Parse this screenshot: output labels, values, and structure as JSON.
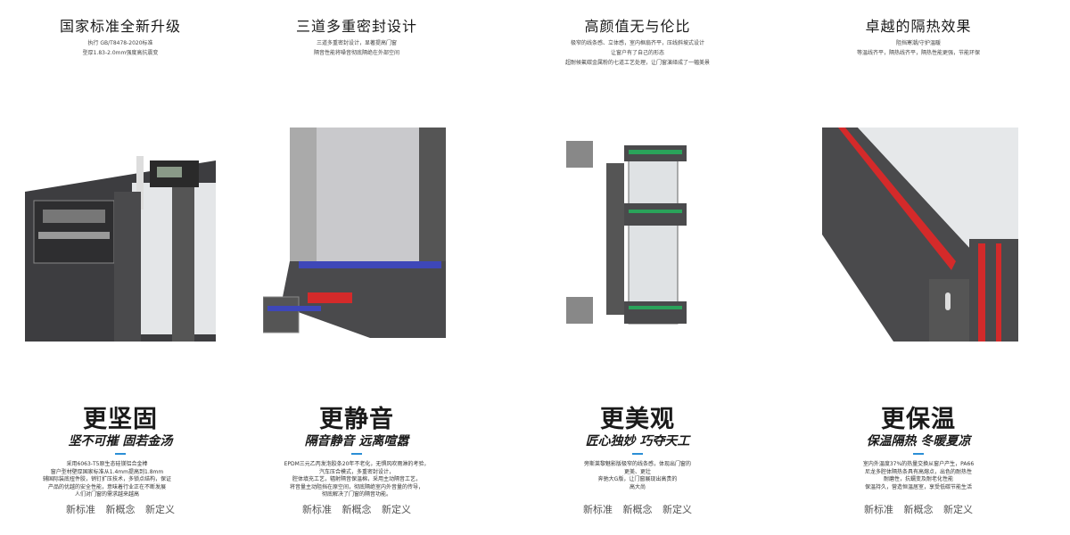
{
  "features": [
    {
      "title": "国家标准全新升级",
      "sub": [
        "执行 GB/T8478-2020标准",
        "型厚1.83-2.0mm强度高抗震变"
      ],
      "heading": "更坚固",
      "slogan": "坚不可摧  固若金汤",
      "body": [
        "采用6063-T5原生态硅镁铝合金棒",
        "窗户型材壁厚国家标准从1.4mm提高到1.8mm",
        "辅国际装底扭件胶，销钉扩压技术，多锁点结构，保证",
        "产品的优越的安全性能，意味着行业正在不断发展",
        "人们对门窗的需求越来越高"
      ],
      "footer": "新标准 新概念 新定义"
    },
    {
      "title": "三道多重密封设计",
      "sub": [
        "三道多重密封设计，显著提高门窗",
        "隔音性能将噪音彻底隔绝在外部空间"
      ],
      "heading": "更静音",
      "slogan": "隔音静音  远离喧嚣",
      "body": [
        "EPDM三元乙丙发泡胶条20年不老化，无惧风吹雨淋的考验，",
        "汽车压合模式，多重密封设计，",
        "腔体填充工艺，辐射隔音保温棉，采用主动隔音工艺，",
        "将音量主动阻挡在原空间，彻底隔绝室内外音量的传导，",
        "彻底解决了门窗的隔音功能。"
      ],
      "footer": "新标准 新概念 新定义"
    },
    {
      "title": "高颜值无与伦比",
      "sub": [
        "极窄的线条感、立体感，室内框扇齐平，压线斜坡式设计",
        "让窗户有了自己的形态",
        "超耐候氟碳金属粉的七道工艺处理，让门窗演绎成了一幅美景"
      ],
      "heading": "更美观",
      "slogan": "匠心独妙  巧夺天工",
      "body": [
        "旁斯莱黎魅影版极窄的线条感，体现出门窗的",
        "更美、更壮",
        "奔驰大G版，让门窗展现出高贵的",
        "高大尚"
      ],
      "footer": "新标准 新概念 新定义"
    },
    {
      "title": "卓越的隔热效果",
      "sub": [
        "阻挡寒潮/守护温暖",
        "等温线齐平，隔热线齐平，隔热性能更强，节能环保"
      ],
      "heading": "更保温",
      "slogan": "保温隔热  冬暖夏凉",
      "body": [
        "室内外温度37%的热量交换从窗户产生，PA66",
        "尼龙多腔体隔热条具有高熔点，出色的耐热性",
        "耐磨性，抗蠕变及耐老化性能",
        "保温持久，营造恒温居室，享受低碳节能生活"
      ],
      "footer": "新标准 新概念 新定义"
    }
  ],
  "colors": {
    "accent": "#2b8fd6",
    "profile": "#4a4a4c",
    "seal_red": "#d42a2a",
    "seal_blue": "#3e47b8",
    "seal_green": "#2aa35a"
  }
}
